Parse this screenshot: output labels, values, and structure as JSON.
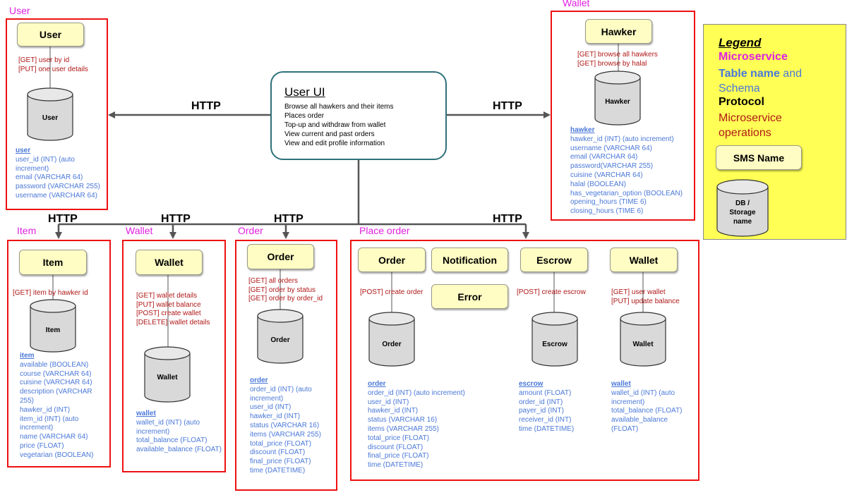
{
  "ui": {
    "title": "User UI",
    "items": [
      "Browse all hawkers and their items",
      "Places order",
      "Top-up and withdraw from wallet",
      "View current and past orders",
      "View and edit profile information"
    ]
  },
  "protocol_label": "HTTP",
  "sections": {
    "user": {
      "label": "User",
      "sms": "User",
      "db": "User",
      "ops": [
        "[GET] user by id",
        "[PUT] one user details"
      ],
      "table": "user",
      "fields": [
        "user_id (INT) (auto increment)",
        "email (VARCHAR 64)",
        "password (VARCHAR 255)",
        "username (VARCHAR 64)"
      ]
    },
    "hawker": {
      "label": "Wallet",
      "sms": "Hawker",
      "db": "Hawker",
      "ops": [
        "[GET] browse all hawkers",
        "[GET] browse by halal"
      ],
      "table": "hawker",
      "fields": [
        "hawker_id (INT) (auto increment)",
        "username (VARCHAR 64)",
        "email (VARCHAR 64)",
        "password(VARCHAR 255)",
        "cuisine (VARCHAR 64)",
        "halal (BOOLEAN)",
        "has_vegetarian_option (BOOLEAN)",
        "opening_hours (TIME 6)",
        "closing_hours (TIME 6)"
      ]
    },
    "item": {
      "label": "Item",
      "sms": "Item",
      "db": "Item",
      "ops": [
        "[GET] item by hawker id"
      ],
      "table": "item",
      "fields": [
        "available (BOOLEAN)",
        "course (VARCHAR 64)",
        "cuisine (VARCHAR 64)",
        "description (VARCHAR 255)",
        "hawker_id (INT)",
        "item_id (INT) (auto increment)",
        "name (VARCHAR 64)",
        "price (FLOAT)",
        "vegetarian (BOOLEAN)"
      ]
    },
    "wallet": {
      "label": "Wallet",
      "sms": "Wallet",
      "db": "Wallet",
      "ops": [
        "[GET] wallet details",
        "[PUT] wallet balance",
        "[POST] create wallet",
        "[DELETE] wallet details"
      ],
      "table": "wallet",
      "fields": [
        "wallet_id (INT) (auto increment)",
        "total_balance (FLOAT)",
        "available_balance (FLOAT)"
      ]
    },
    "order": {
      "label": "Order",
      "sms": "Order",
      "db": "Order",
      "ops": [
        "[GET] all orders",
        "[GET] order by status",
        "[GET] order by order_id"
      ],
      "table": "order",
      "fields": [
        "order_id (INT) (auto increment)",
        "user_id (INT)",
        "hawker_id (INT)",
        "status (VARCHAR 16)",
        "items (VARCHAR 255)",
        "total_price (FLOAT)",
        "discount (FLOAT)",
        "final_price (FLOAT)",
        "time (DATETIME)"
      ]
    },
    "place_order": {
      "label": "Place order",
      "order": {
        "sms": "Order",
        "db": "Order",
        "ops": [
          "[POST] create order"
        ],
        "table": "order",
        "fields": [
          "order_id (INT) (auto increment)",
          "user_id (INT)",
          "hawker_id (INT)",
          "status (VARCHAR 16)",
          "items (VARCHAR 255)",
          "total_price (FLOAT)",
          "discount (FLOAT)",
          "final_price (FLOAT)",
          "time (DATETIME)"
        ]
      },
      "notification": {
        "sms": "Notification"
      },
      "error": {
        "sms": "Error"
      },
      "escrow": {
        "sms": "Escrow",
        "db": "Escrow",
        "ops": [
          "[POST] create escrow"
        ],
        "table": "escrow",
        "fields": [
          "amount (FLOAT)",
          "order_id (INT)",
          "payer_id (INT)",
          "receiver_id (INT)",
          "time (DATETIME)"
        ]
      },
      "wallet": {
        "sms": "Wallet",
        "db": "Wallet",
        "ops": [
          "[GET] user wallet",
          "[PUT] update balance"
        ],
        "table": "wallet",
        "fields": [
          "wallet_id (INT) (auto increment)",
          "total_balance (FLOAT)",
          "available_balance (FLOAT)"
        ]
      }
    }
  },
  "legend": {
    "title": "Legend",
    "microservice": "Microservice",
    "table_name": "Table name",
    "and": "and",
    "schema": "Schema",
    "protocol": "Protocol",
    "operations": "Microservice operations",
    "sms_name": "SMS Name",
    "db_label": [
      "DB /",
      "Storage",
      "name"
    ]
  },
  "colors": {
    "section_box": "#ee1111",
    "section_label": "#e020e0",
    "sms_fill": "#fffdc4",
    "ops_text": "#b01818",
    "schema_text": "#4a78d8",
    "ui_border": "#2f7179",
    "legend_bg": "#ffff55"
  }
}
